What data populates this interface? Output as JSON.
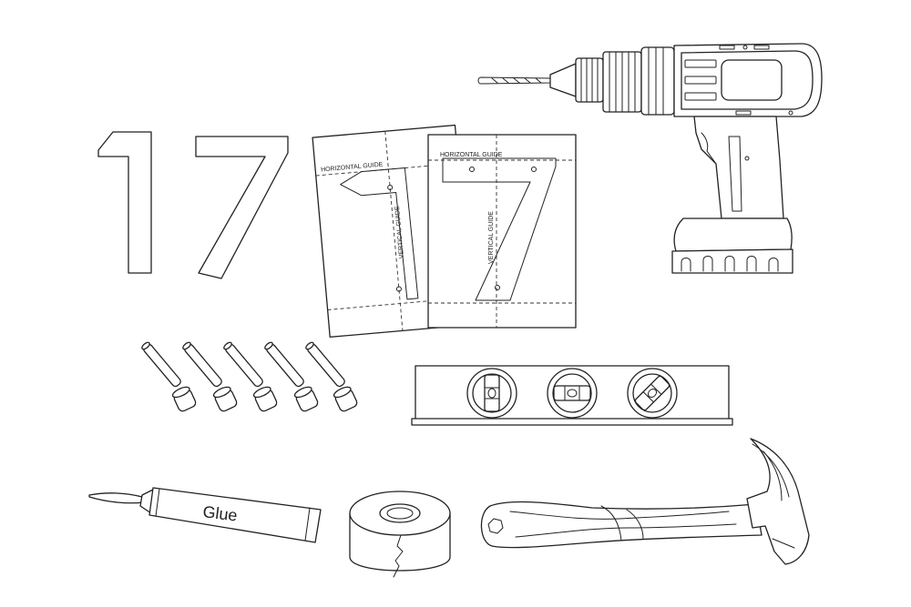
{
  "numbers": {
    "digit_one": "1",
    "digit_seven": "7"
  },
  "templates": {
    "back_sheet": {
      "horizontal_label": "HORIZONTAL GUIDE",
      "vertical_label": "VERTICAL GUIDE"
    },
    "front_sheet": {
      "horizontal_label": "HORIZONTAL GUIDE",
      "vertical_label": "VERTICAL GUIDE"
    }
  },
  "glue_tube": {
    "label": "Glue"
  },
  "icons": {
    "drill": "power-drill-icon",
    "anchors": "wall-anchor-icon",
    "level": "spirit-level-icon",
    "tape": "tape-roll-icon",
    "hammer": "claw-hammer-icon"
  },
  "colors": {
    "line": "#222222",
    "background": "#ffffff"
  }
}
